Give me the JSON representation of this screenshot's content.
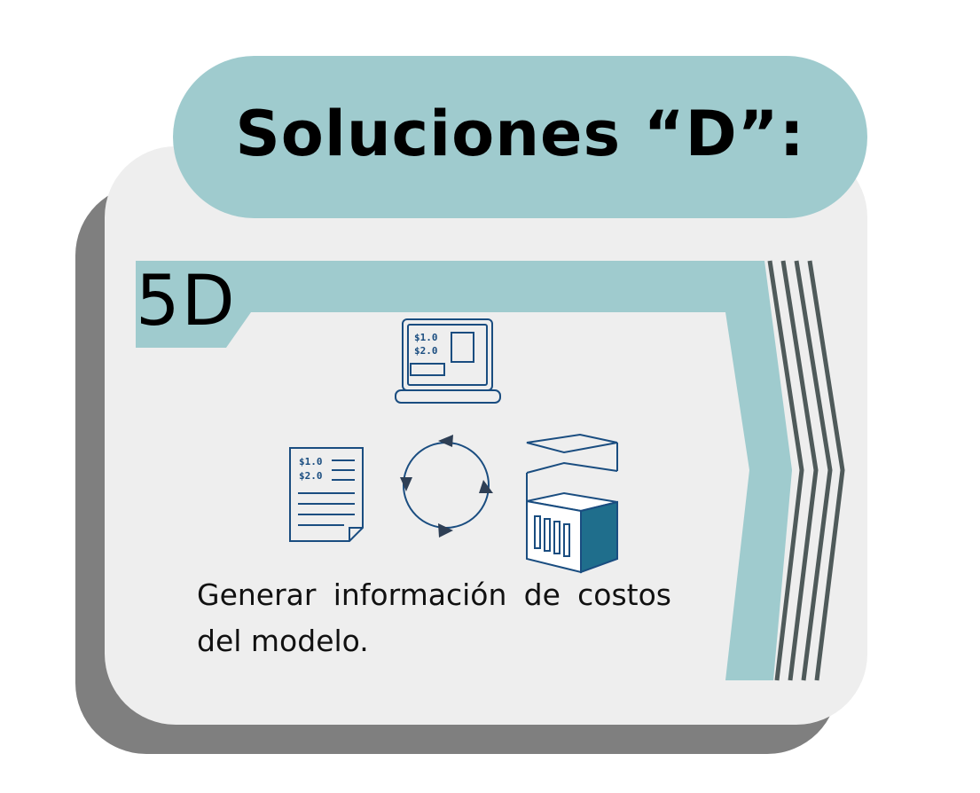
{
  "title": "Soluciones “D”:",
  "dimension": {
    "label": "5D",
    "description": "Generar información de costos del modelo."
  },
  "icons": {
    "laptop": {
      "name": "laptop-cost-icon",
      "lines": [
        "$1.0",
        "$2.0"
      ]
    },
    "document": {
      "name": "cost-document-icon",
      "lines": [
        "$1.0",
        "$2.0"
      ]
    },
    "cycle": {
      "name": "refresh-cycle-icon"
    },
    "model": {
      "name": "building-model-icon"
    }
  },
  "colors": {
    "teal_light": "#9fcbce",
    "card_bg": "#eeeeee",
    "shadow": "#7f7f7f",
    "stripes": "#4f5a5a",
    "icon_stroke": "#1a4d80",
    "icon_fill": "#1f6e8c"
  }
}
